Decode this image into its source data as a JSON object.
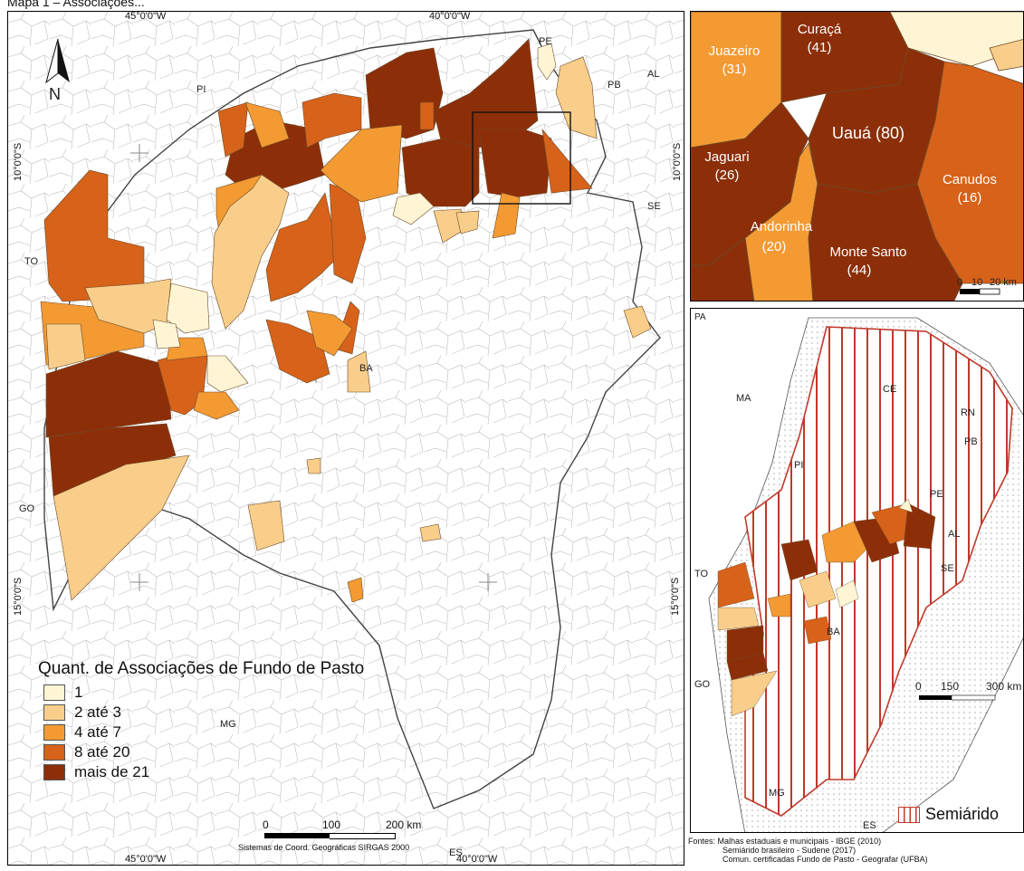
{
  "caption": "Mapa 1 – Associações...",
  "main_map": {
    "coords": {
      "top_left": "45°0'0\"W",
      "top_right": "40°0'0\"W",
      "bottom_left": "45°0'0\"W",
      "bottom_right": "40°0'0\"W",
      "left_upper": "10°0'0\"S",
      "left_lower": "15°0'0\"S",
      "right_upper": "10°0'0\"S"
    },
    "north_label": "N",
    "state_labels": {
      "pi": "PI",
      "pe": "PE",
      "pb": "PB",
      "al": "AL",
      "se": "SE",
      "to": "TO",
      "ba": "BA",
      "go": "GO",
      "mg": "MG",
      "es": "ES"
    },
    "legend": {
      "title": "Quant. de Associações de Fundo de Pasto",
      "items": [
        {
          "label": "1",
          "color": "#fff5d4"
        },
        {
          "label": "2 até 3",
          "color": "#f8ce8a"
        },
        {
          "label": "4 até 7",
          "color": "#f39a33"
        },
        {
          "label": "8 até 20",
          "color": "#d7621a"
        },
        {
          "label": "mais de 21",
          "color": "#8c2f08"
        }
      ]
    },
    "scale": {
      "t0": "0",
      "t1": "100",
      "t2": "200 km"
    },
    "crs": "Sistemas de Coord. Geográficas SIRGAS 2000"
  },
  "inset_detail": {
    "municipalities": [
      {
        "name": "Curaçá",
        "count": "(41)"
      },
      {
        "name": "Juazeiro",
        "count": "(31)"
      },
      {
        "name": "Uauá (80)",
        "count": ""
      },
      {
        "name": "Jaguari",
        "count": "(26)"
      },
      {
        "name": "Canudos",
        "count": "(16)"
      },
      {
        "name": "Andorinha",
        "count": "(20)"
      },
      {
        "name": "Monte Santo",
        "count": "(44)"
      }
    ],
    "scale": {
      "t0": "0",
      "t1": "10",
      "t2": "20 km"
    }
  },
  "inset_region": {
    "coord_left": "15°0'0\"S",
    "state_labels": {
      "pa": "PA",
      "ma": "MA",
      "ce": "CE",
      "rn": "RN",
      "pb": "PB",
      "pi": "PI",
      "pe": "PE",
      "al": "AL",
      "se": "SE",
      "to": "TO",
      "ba": "BA",
      "go": "GO",
      "mg": "MG",
      "es": "ES"
    },
    "scale": {
      "t0": "0",
      "t1": "150",
      "t2": "300 km"
    },
    "legend_label": "Semiárido",
    "semiarid_color": "#c0392b"
  },
  "sources": {
    "line1": "Fontes: Malhas estaduais e municipais - IBGE (2010)",
    "line2": "Semiárido brasileiro - Sudene (2017)",
    "line3": "Comun. certificadas Fundo de Pasto - Geografar (UFBA)"
  }
}
